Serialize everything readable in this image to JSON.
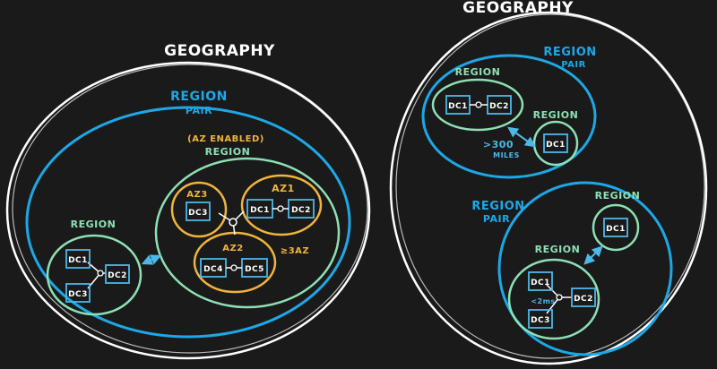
{
  "colors": {
    "background": "#1a1a1a",
    "geography": "#ffffff",
    "region_pair": "#1ea7e6",
    "region": "#8ee0b4",
    "az": "#f0b43c",
    "dc": "#4cb8e8",
    "text_white": "#ffffff"
  },
  "left": {
    "geography_label": "GEOGRAPHY",
    "region_pair_label_1": "REGION",
    "region_pair_label_2": "PAIR",
    "az_enabled_label": "(AZ ENABLED)",
    "main_region_label": "REGION",
    "small_region_label": "REGION",
    "az_labels": [
      "AZ3",
      "AZ1",
      "AZ2"
    ],
    "az_count_label": "≥3AZ",
    "az_dcs": [
      "DC3",
      "DC1",
      "DC2",
      "DC4",
      "DC5"
    ],
    "small_region_dcs": [
      "DC1",
      "DC2",
      "DC3"
    ]
  },
  "right": {
    "geography_label": "GEOGRAPHY",
    "top_pair_label_1": "REGION",
    "top_pair_label_2": "PAIR",
    "top_region_a_label": "REGION",
    "top_region_b_label": "REGION",
    "top_region_a_dcs": [
      "DC1",
      "DC2"
    ],
    "top_region_b_dcs": [
      "DC1"
    ],
    "distance_label_1": ">300",
    "distance_label_2": "MILES",
    "bottom_pair_label_1": "REGION",
    "bottom_pair_label_2": "PAIR",
    "bottom_region_a_label": "REGION",
    "bottom_region_b_label": "REGION",
    "bottom_region_a_dcs": [
      "DC1"
    ],
    "bottom_region_b_dcs": [
      "DC1",
      "DC2",
      "DC3"
    ],
    "latency_label": "<2ms"
  }
}
